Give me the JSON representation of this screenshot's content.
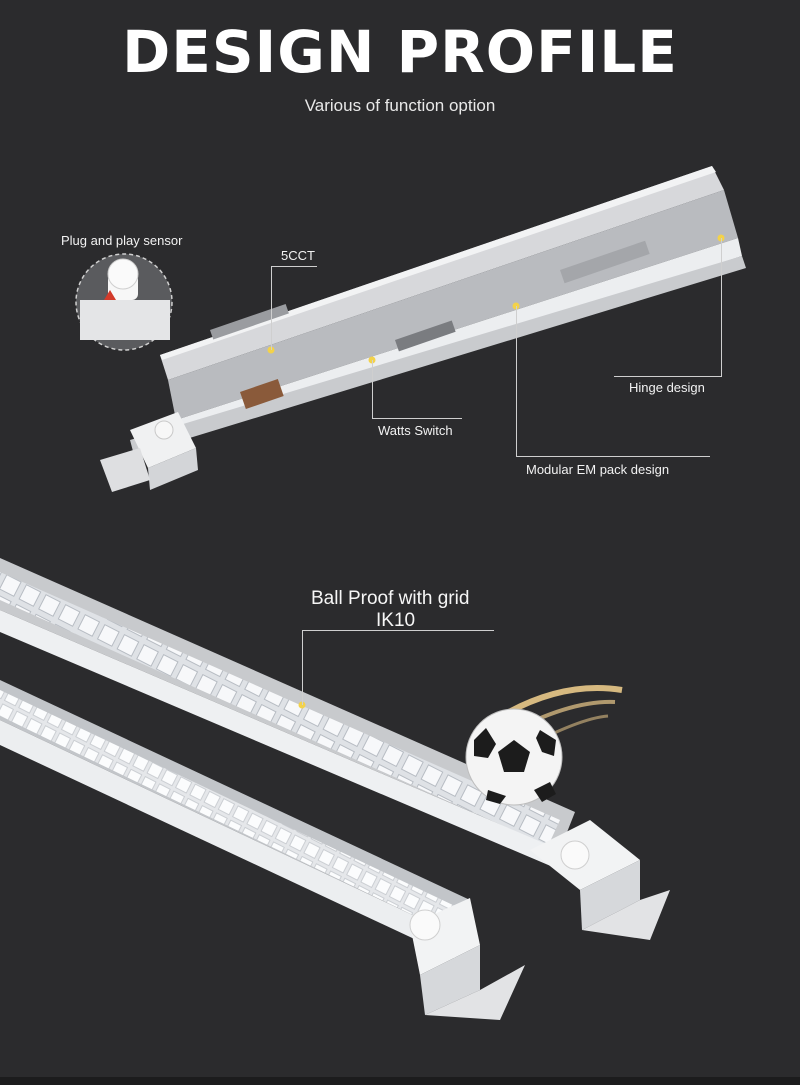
{
  "header": {
    "title": "DESIGN PROFILE",
    "subtitle": "Various of function option"
  },
  "callouts": {
    "sensor": "Plug and play sensor",
    "cct": "5CCT",
    "watts": "Watts Switch",
    "hinge": "Hinge design",
    "em_pack": "Modular EM pack design",
    "ball_proof_line1": "Ball Proof with grid",
    "ball_proof_line2": "IK10"
  },
  "colors": {
    "background": "#2b2b2d",
    "text": "#ffffff",
    "fixture_body": "#e9eaec",
    "marker_dot": "#f3d24a",
    "ball_swoosh": "#e9c98a"
  }
}
